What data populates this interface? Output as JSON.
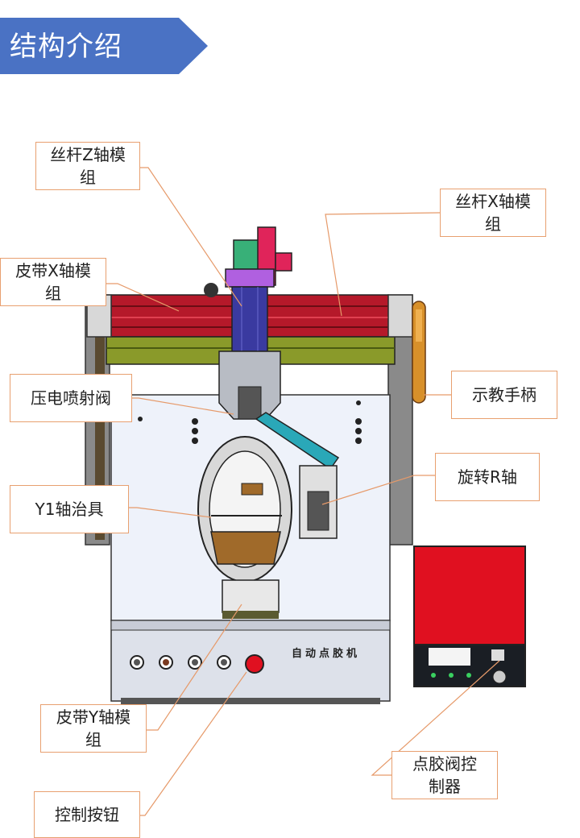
{
  "header": {
    "title": "结构介绍"
  },
  "labels": {
    "screw_z": "丝杆Z轴模\n组",
    "screw_x": "丝杆X轴模\n组",
    "belt_x": "皮带X轴模\n组",
    "piezo_valve": "压电喷射阀",
    "teach_pendant": "示教手柄",
    "rotate_r": "旋转R轴",
    "y1_fixture": "Y1轴治具",
    "belt_y": "皮带Y轴模\n组",
    "control_buttons": "控制按钮",
    "valve_controller": "点胶阀控\n制器"
  },
  "machine": {
    "panel_text": "自动点胶机"
  },
  "colors": {
    "banner": "#4a72c4",
    "callout_border": "#e8a070",
    "leader_line": "#e69a6a",
    "x_rail": "#b5192a",
    "lower_rail": "#8a9a2a",
    "controller_body": "#e01020"
  }
}
